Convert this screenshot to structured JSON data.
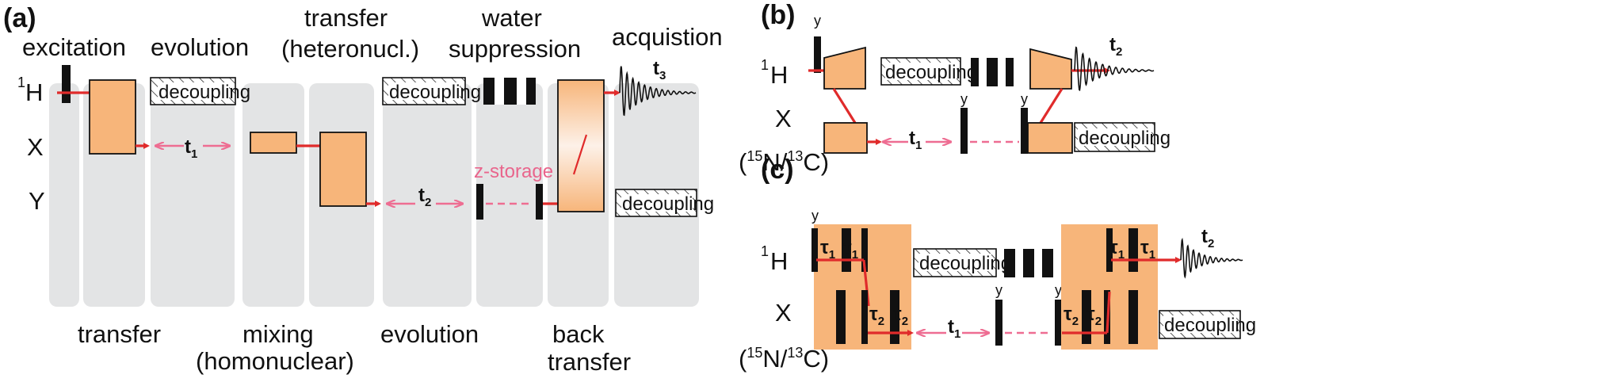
{
  "panel_a": {
    "letter": "(a)",
    "top_labels": {
      "excitation": "excitation",
      "evolution": "evolution",
      "transfer_1": "transfer",
      "transfer_2": "(heteronucl.)",
      "water_1": "water",
      "water_2": "suppression",
      "acquisition": "acquistion"
    },
    "bottom_labels": {
      "transfer": "transfer",
      "mixing_1": "mixing",
      "mixing_2": "(homonuclear)",
      "evolution": "evolution",
      "back_1": "back",
      "back_2": "transfer"
    },
    "channels": {
      "h_sup": "1",
      "h": "H",
      "x": "X",
      "y": "Y"
    },
    "decoupling": "decoupling",
    "t": "t",
    "t1_sub": "1",
    "t2_sub": "2",
    "t3_sub": "3",
    "z_storage": "z-storage"
  },
  "panel_b": {
    "letter": "(b)",
    "h_sup": "1",
    "h": "H",
    "x": "X",
    "x_nuclei_pre": "(",
    "n_sup": "15",
    "x_mid": "N/",
    "c_sup": "13",
    "x_end": "C)",
    "y": "y",
    "decoupling": "decoupling",
    "t": "t",
    "t1_sub": "1",
    "t2_sub": "2"
  },
  "panel_c": {
    "letter": "(c)",
    "h_sup": "1",
    "h": "H",
    "x": "X",
    "x_nuclei_pre": "(",
    "n_sup": "15",
    "x_mid": "N/",
    "c_sup": "13",
    "x_end": "C)",
    "y": "y",
    "tau": "τ",
    "tau1_sub": "1",
    "tau2_sub": "2",
    "decoupling": "decoupling",
    "t": "t",
    "t1_sub": "1",
    "t2_sub": "2"
  }
}
